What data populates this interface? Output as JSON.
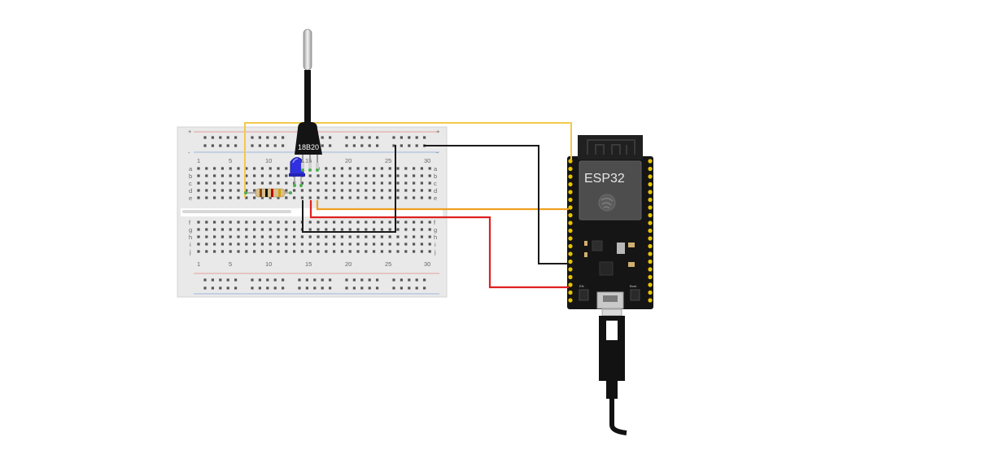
{
  "breadboard": {
    "column_numbers": [
      "1",
      "5",
      "10",
      "15",
      "20",
      "25",
      "30"
    ],
    "row_letters_top": [
      "a",
      "b",
      "c",
      "d",
      "e"
    ],
    "row_letters_bottom": [
      "f",
      "g",
      "h",
      "i",
      "j"
    ],
    "rail_symbols": [
      "+",
      "-",
      "+",
      "-"
    ]
  },
  "sensor": {
    "label": "18B20"
  },
  "board": {
    "label": "ESP32",
    "button_en": "EN",
    "button_boot": "Boot"
  },
  "wires": [
    {
      "name": "yellow-data-wire",
      "color": "#f2c94c"
    },
    {
      "name": "orange-signal-wire",
      "color": "#f0a020"
    },
    {
      "name": "red-power-wire",
      "color": "#e02020"
    },
    {
      "name": "black-ground-wire",
      "color": "#1a1a1a"
    }
  ],
  "components": {
    "led_color": "#3030e0",
    "resistor_bands": [
      "#8b4513",
      "#111111",
      "#c00000",
      "#d4a017"
    ]
  }
}
